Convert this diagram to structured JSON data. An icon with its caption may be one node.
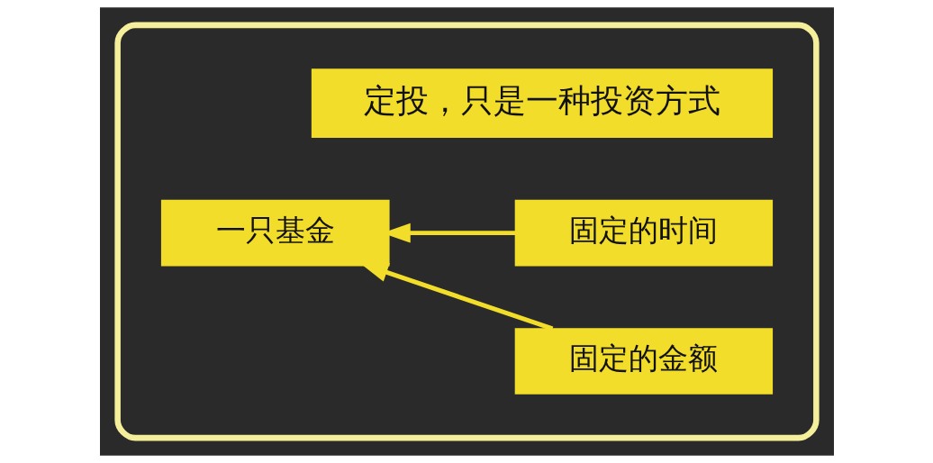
{
  "diagram": {
    "nodes": [
      {
        "text": [],
        "shape": "box"
      },
      {
        "text": [
          "定投，只是一种投资方式"
        ],
        "in": 0
      },
      {
        "text": [
          "固定的时间"
        ],
        "in": 0
      },
      {
        "text": [
          "固定的金额"
        ],
        "in": 0
      },
      {
        "text": [
          "一只基金"
        ],
        "in": 0
      }
    ],
    "edges": [
      {
        "from": 2,
        "to": 4,
        "arrow": "to"
      },
      {
        "from": 3,
        "to": 4,
        "arrow": "to"
      }
    ]
  }
}
